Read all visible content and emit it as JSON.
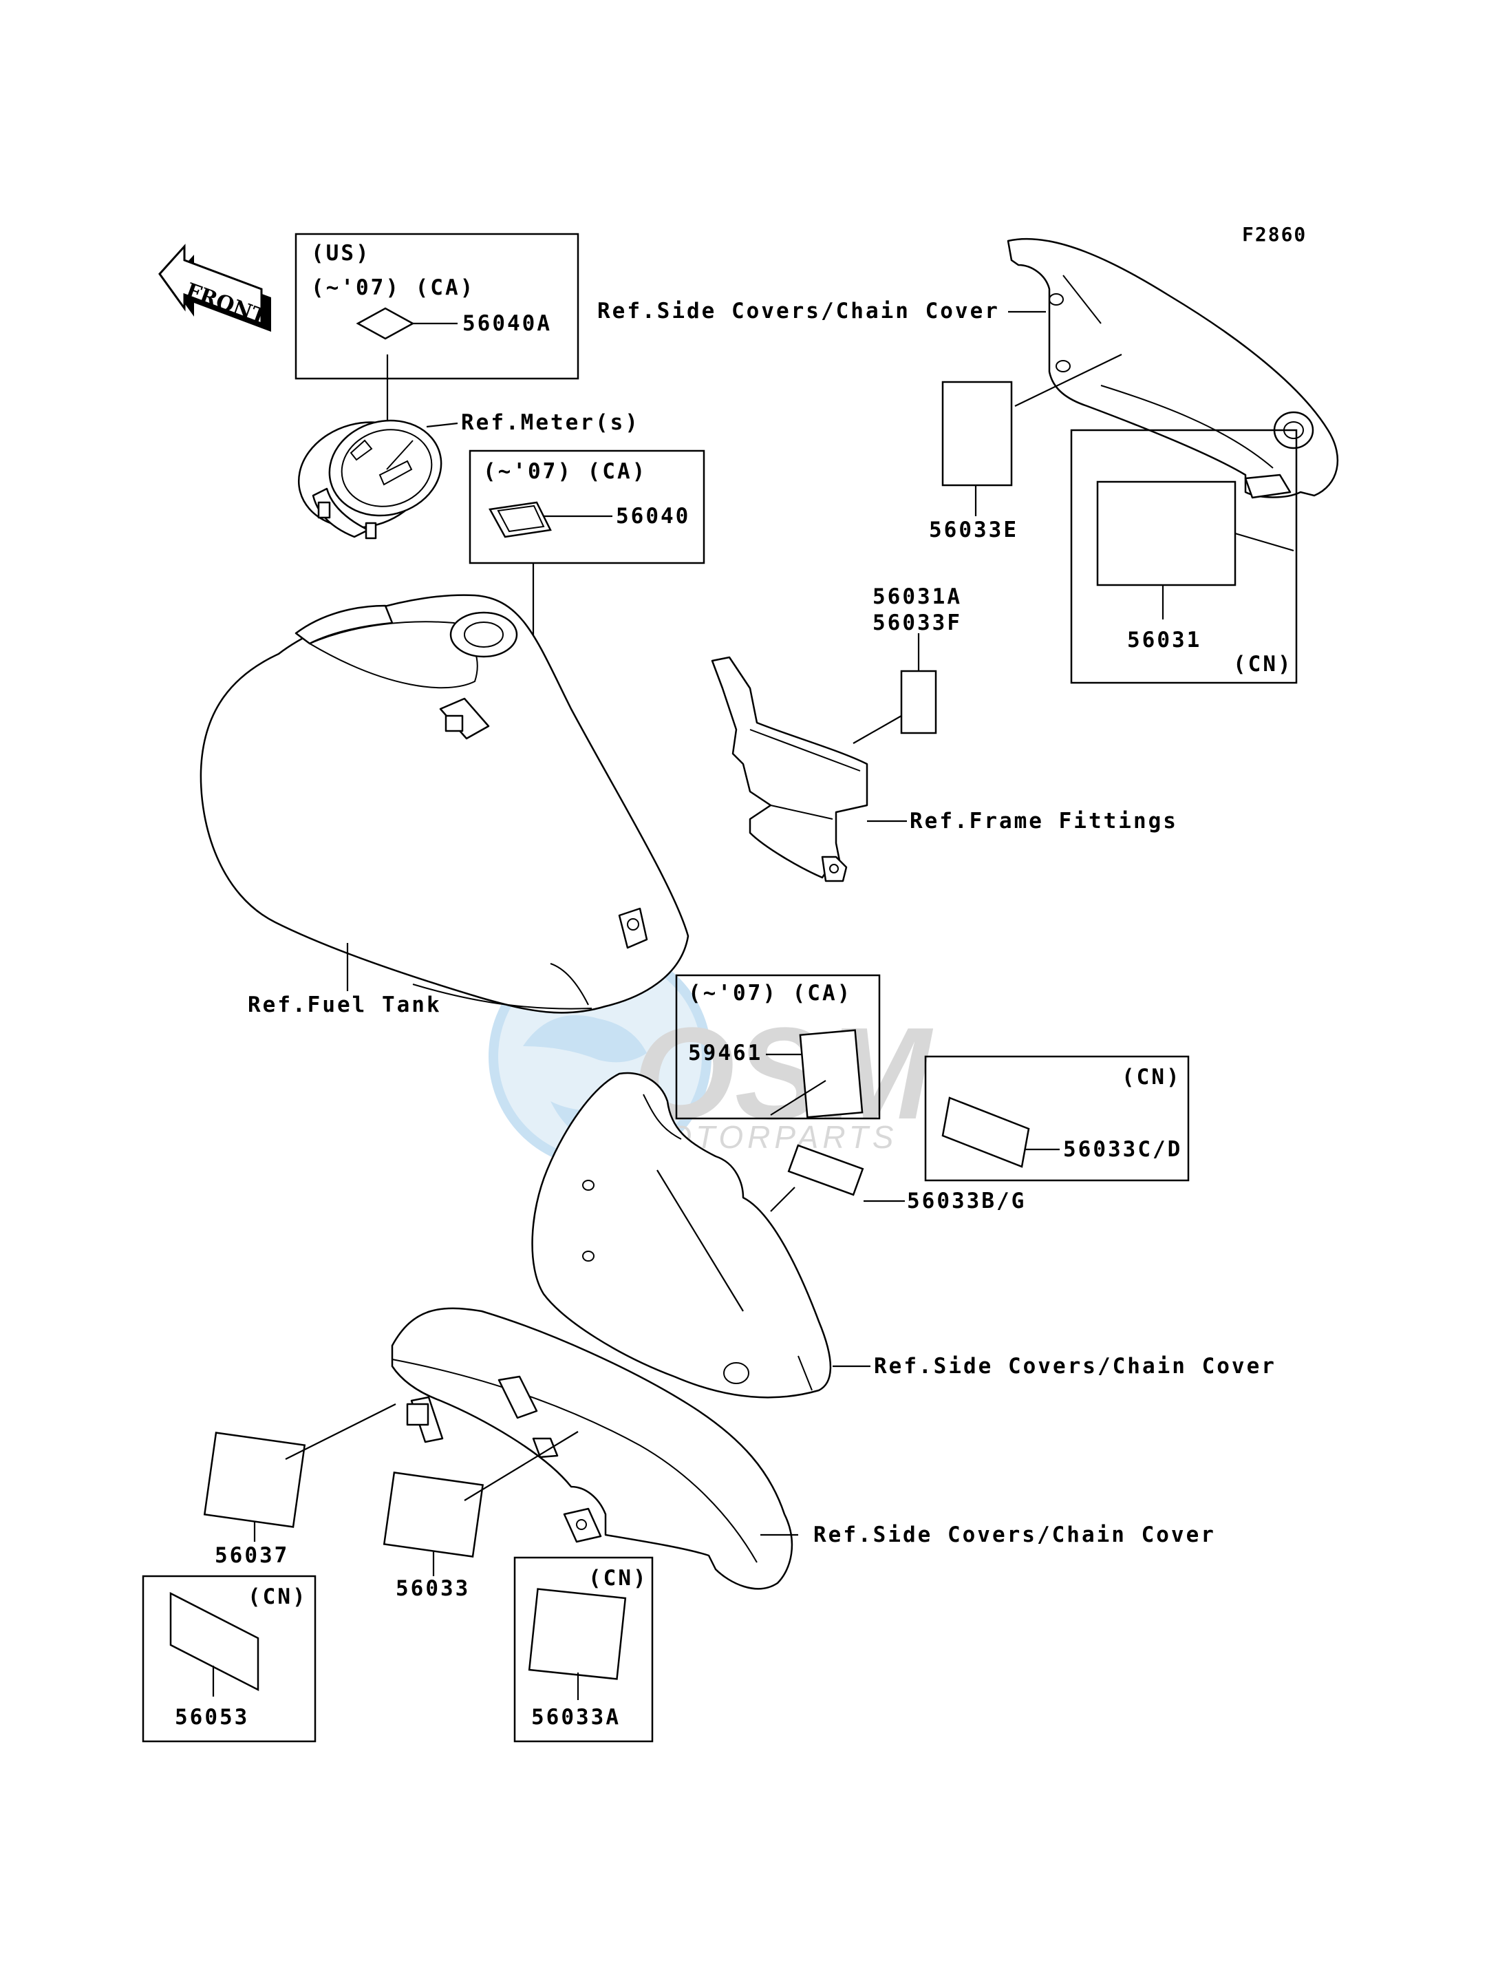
{
  "figure_code": "F2860",
  "front_badge": "FRONT",
  "watermark": {
    "brand": "OSM",
    "sub": "MOTORPARTS"
  },
  "colors": {
    "line": "#000000",
    "background": "#ffffff",
    "watermark_blue": "#9cc9ea",
    "watermark_gray": "#b9b9b9"
  },
  "boxes": {
    "us_ca": {
      "line1": "(US)",
      "line2": "(~'07) (CA)",
      "part": "56040A"
    },
    "ca_56040": {
      "line1": "(~'07) (CA)",
      "part": "56040"
    },
    "cn_56031": {
      "tag": "(CN)",
      "part": "56031"
    },
    "ca_59461": {
      "line1": "(~'07) (CA)",
      "part": "59461"
    },
    "cn_56033cd": {
      "tag": "(CN)",
      "part": "56033C/D"
    },
    "cn_56053": {
      "tag": "(CN)",
      "part": "56053"
    },
    "cn_56033a": {
      "tag": "(CN)",
      "part": "56033A"
    }
  },
  "parts": {
    "p56033E": "56033E",
    "p56031A": "56031A",
    "p56033F": "56033F",
    "p56033BG": "56033B/G",
    "p56037": "56037",
    "p56033": "56033"
  },
  "refs": {
    "side_cover_top": "Ref.Side Covers/Chain Cover",
    "meter": "Ref.Meter(s)",
    "frame_fittings": "Ref.Frame Fittings",
    "fuel_tank": "Ref.Fuel Tank",
    "side_cover_mid": "Ref.Side Covers/Chain Cover",
    "side_cover_bottom": "Ref.Side Covers/Chain Cover"
  }
}
